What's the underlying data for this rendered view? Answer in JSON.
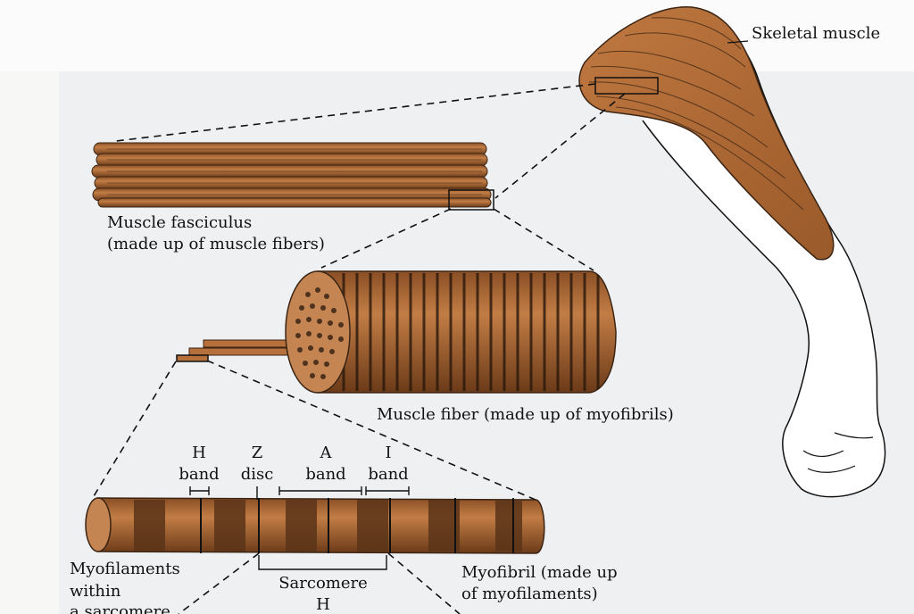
{
  "labels": {
    "skeletal_muscle": "Skeletal muscle",
    "fasciculus_line1": "Muscle fasciculus",
    "fasciculus_line2": "(made up of muscle fibers)",
    "fiber": "Muscle fiber (made up of myofibrils)",
    "h_band_1": "H",
    "h_band_2": "band",
    "z_disc_1": "Z",
    "z_disc_2": "disc",
    "a_band_1": "A",
    "a_band_2": "band",
    "i_band_1": "I",
    "i_band_2": "band",
    "myofilaments_1": "Myofilaments",
    "myofilaments_2": "within",
    "myofilaments_3": "a sarcomere",
    "sarcomere": "Sarcomere",
    "sarcomere_h": "H",
    "myofibril_1": "Myofibril (made up",
    "myofibril_2": "of myofilaments)"
  },
  "colors": {
    "muscle": "#b5703c",
    "muscle_dark": "#3a2414",
    "line": "#111111"
  }
}
